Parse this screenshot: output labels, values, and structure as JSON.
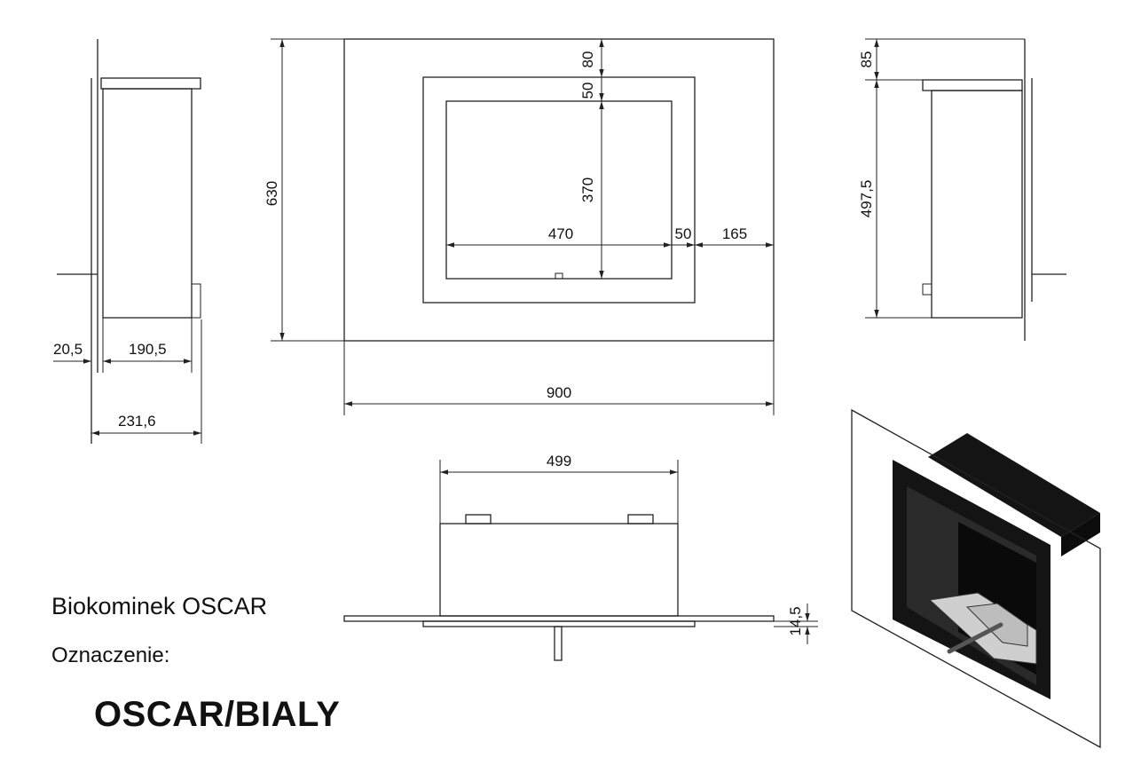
{
  "title_block": {
    "product_name": "Biokominek OSCAR",
    "designation_label": "Oznaczenie:",
    "designation_value": "OSCAR/BIALY"
  },
  "dimensions": {
    "total_width": "900",
    "total_height": "630",
    "top_margin": "80",
    "frame_band": "50",
    "opening_height": "370",
    "opening_width": "470",
    "frame_side": "50",
    "side_margin": "165",
    "left_glass": "20,5",
    "left_body_depth": "190,5",
    "left_total_depth": "231,6",
    "right_top": "85",
    "right_height": "497,5",
    "top_width": "499",
    "top_thickness": "14,5"
  },
  "colors": {
    "line": "#222222",
    "black": "#141414",
    "tray": "#cfcfcf"
  }
}
